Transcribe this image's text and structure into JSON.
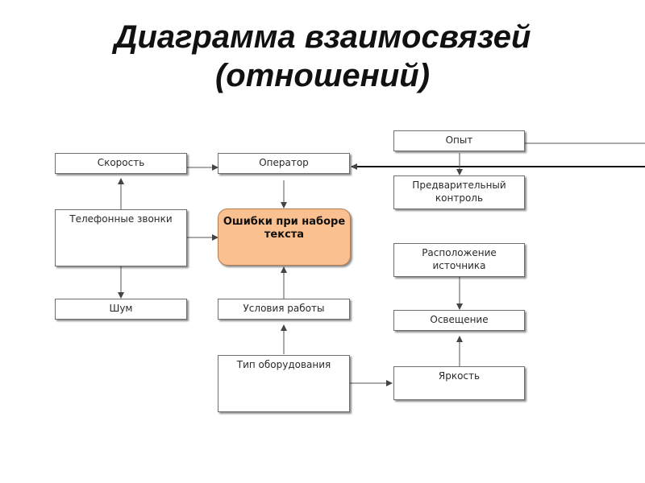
{
  "title": {
    "line1": "Диаграмма взаимосвязей",
    "line2": "(отношений)"
  },
  "nodes": {
    "speed": "Скорость",
    "operator": "Оператор",
    "experience": "Опыт",
    "pre_control": "Предварительный контроль",
    "phone_calls": "Телефонные звонки",
    "typing_errors": "Ошибки при наборе текста",
    "source_location": "Расположение источника",
    "noise": "Шум",
    "work_conditions": "Условия работы",
    "lighting": "Освещение",
    "equipment_type": "Тип оборудования",
    "brightness": "Яркость"
  }
}
